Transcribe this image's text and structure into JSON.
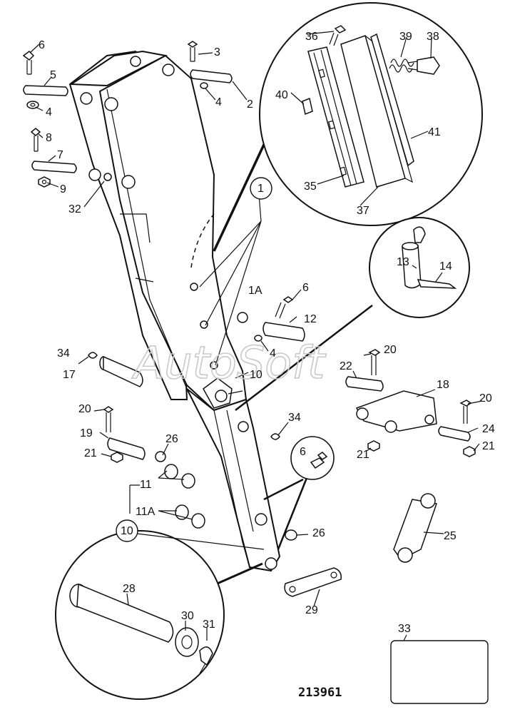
{
  "drawing_number": "213961",
  "watermark": "AutoSoft",
  "part_labels": {
    "p1": "1",
    "p1a": "1A",
    "p2": "2",
    "p3": "3",
    "p4a": "4",
    "p4b": "4",
    "p4c": "4",
    "p5": "5",
    "p6a": "6",
    "p6b": "6",
    "p6c": "6",
    "p7": "7",
    "p8": "8",
    "p9": "9",
    "p10a": "10",
    "p10b": "10",
    "p11": "11",
    "p11a": "11A",
    "p12": "12",
    "p13": "13",
    "p14": "14",
    "p17": "17",
    "p18": "18",
    "p19": "19",
    "p20a": "20",
    "p20b": "20",
    "p20c": "20",
    "p21a": "21",
    "p21b": "21",
    "p21c": "21",
    "p22": "22",
    "p24": "24",
    "p25": "25",
    "p26a": "26",
    "p26b": "26",
    "p28": "28",
    "p29": "29",
    "p30": "30",
    "p31": "31",
    "p32": "32",
    "p33": "33",
    "p34a": "34",
    "p34b": "34",
    "p35": "35",
    "p36": "36",
    "p37": "37",
    "p38": "38",
    "p39": "39",
    "p40": "40",
    "p41": "41"
  }
}
